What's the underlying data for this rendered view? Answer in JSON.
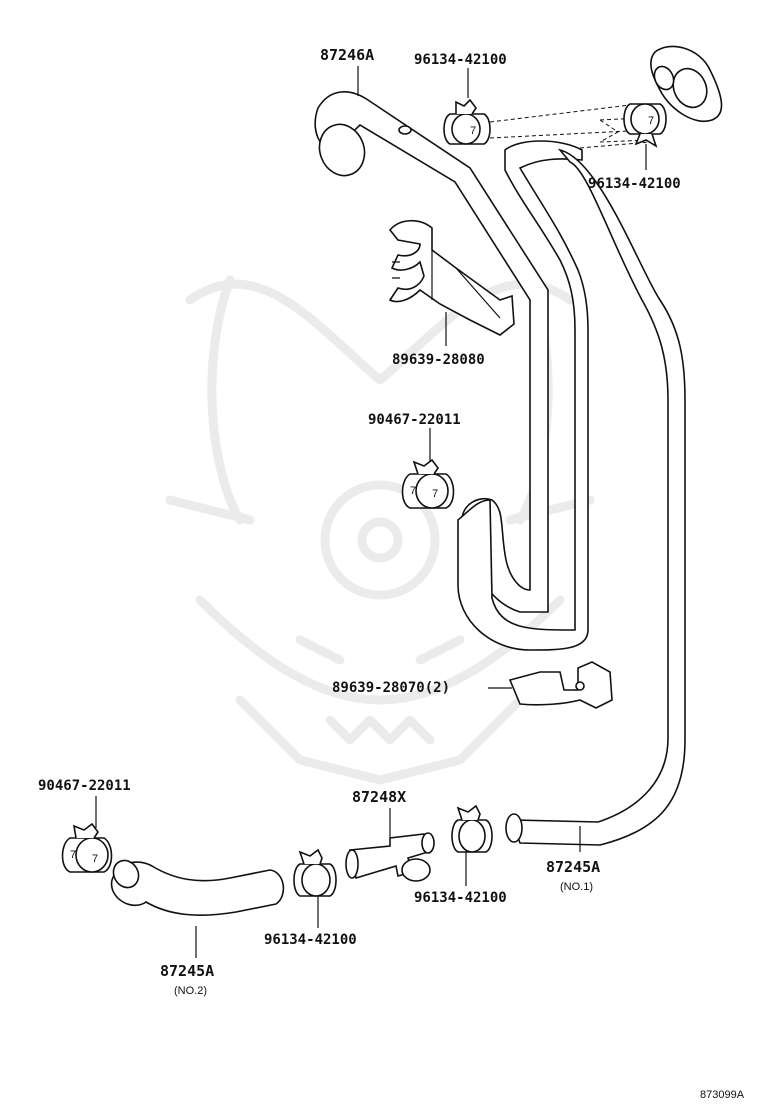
{
  "diagram": {
    "labels": {
      "top_hose": "87246A",
      "clamp_top_left": "96134-42100",
      "clamp_top_right": "96134-42100",
      "bracket_upper": "89639-28080",
      "clamp_mid": "90467-22011",
      "bracket_lower": "89639-28070(2)",
      "clamp_left": "90467-22011",
      "tee_joint": "87248X",
      "clamp_bottom_right": "96134-42100",
      "clamp_bottom_left": "96134-42100",
      "hose_no1": "87245A",
      "hose_no1_sub": "(NO.1)",
      "hose_no2": "87245A",
      "hose_no2_sub": "(NO.2)"
    },
    "reference": "873099A"
  }
}
